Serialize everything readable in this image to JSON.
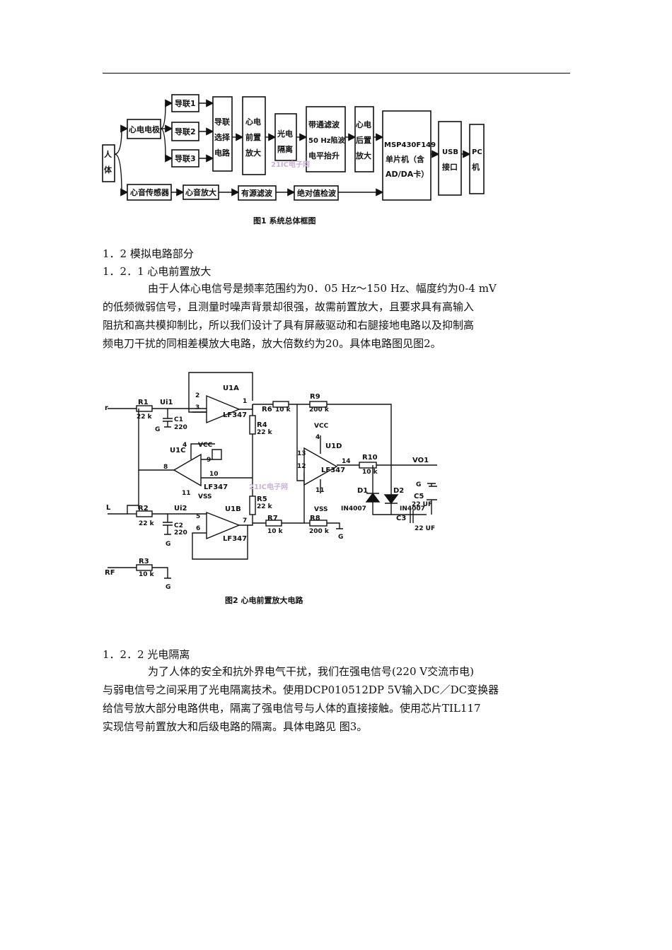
{
  "figure1": {
    "caption": "图1   系统总体框图",
    "watermark": "21IC电子网",
    "blocks": {
      "body": [
        "人",
        "体"
      ],
      "ecg_electrode": "心电电极",
      "lead1": "导联1",
      "lead2": "导联2",
      "lead3": "导联3",
      "lead_select": [
        "导联",
        "选择",
        "电路"
      ],
      "ecg_preamp": [
        "心电",
        "前置",
        "放大"
      ],
      "opto_isolation": [
        "光电",
        "隔离"
      ],
      "filter": [
        "带通滤波",
        "50 Hz陷波",
        "电平抬升"
      ],
      "ecg_postamp": [
        "心电",
        "后置",
        "放大"
      ],
      "mcu": [
        "MSP430F149",
        "单片机（含",
        "AD/DA卡）"
      ],
      "usb": [
        "USB",
        "接口"
      ],
      "pc": [
        "PC",
        "机"
      ],
      "heart_sound_sensor": "心音传感器",
      "heart_sound_amp": "心音放大",
      "active_filter": "有源滤波",
      "abs_detect": "绝对值检波"
    }
  },
  "section_1_2": "1．2 模拟电路部分",
  "section_1_2_1": "1．2．1 心电前置放大",
  "para1": [
    "由于人体心电信号是频率范围约为0．05 Hz～150 Hz、幅度约为0-4 mV",
    "的低频微弱信号，且测量时噪声背景却很强，故需前置放大，且要求具有高输入",
    "阻抗和高共模抑制比，所以我们设计了具有屏蔽驱动和右腿接地电路以及抑制高",
    "频电刀干扰的同相差模放大电路，放大倍数约为20。具体电路图见图2。"
  ],
  "figure2": {
    "caption": "图2   心电前置放大电路",
    "watermark": "21IC电子网",
    "labels": {
      "in_r": "r",
      "in_l": "L",
      "in_rf": "RF",
      "r1": "R1",
      "r1v": "22 k",
      "ui1": "Ui1",
      "c1": "C1",
      "c1v": "220",
      "r2": "R2",
      "r2v": "22 k",
      "ui2": "Ui2",
      "c2": "C2",
      "c2v": "220",
      "r3": "R3",
      "r3v": "10 k",
      "r4": "R4",
      "r4v": "22 k",
      "r5": "R5",
      "r5v": "22 k",
      "r6": "R6",
      "r6v": "10 k",
      "r7": "R7",
      "r7v": "10 k",
      "r8": "R8",
      "r8v": "200 k",
      "r9": "R9",
      "r9v": "200 k",
      "r10": "R10",
      "r10v": "10 k",
      "u1a": "U1A",
      "u1b": "U1B",
      "u1c": "U1C",
      "u1d": "U1D",
      "lf347": "LF347",
      "vcc": "VCC",
      "vss": "VSS",
      "vo1": "VO1",
      "d1": "D1",
      "d2": "D2",
      "in4007": "IN4007",
      "c3": "C3",
      "c5": "C5",
      "c5v": "22 UF",
      "c3v": "22 UF",
      "g": "G",
      "p1": "1",
      "p2": "2",
      "p3": "3",
      "p4": "4",
      "p5": "5",
      "p6": "6",
      "p7": "7",
      "p8": "8",
      "p9": "9",
      "p10": "10",
      "p11": "11",
      "p12": "12",
      "p13": "13",
      "p14": "14"
    }
  },
  "section_1_2_2": "1．2．2 光电隔离",
  "para2": [
    "为了人体的安全和抗外界电气干扰，我们在强电信号(220 V交流市电)",
    "与弱电信号之间采用了光电隔离技术。使用DCP010512DP 5V输入DC／DC变换器",
    "给信号放大部分电路供电，隔离了强电信号与人体的直接接触。使用芯片TIL117",
    "实现信号前置放大和后级电路的隔离。具体电路见 图3。"
  ]
}
